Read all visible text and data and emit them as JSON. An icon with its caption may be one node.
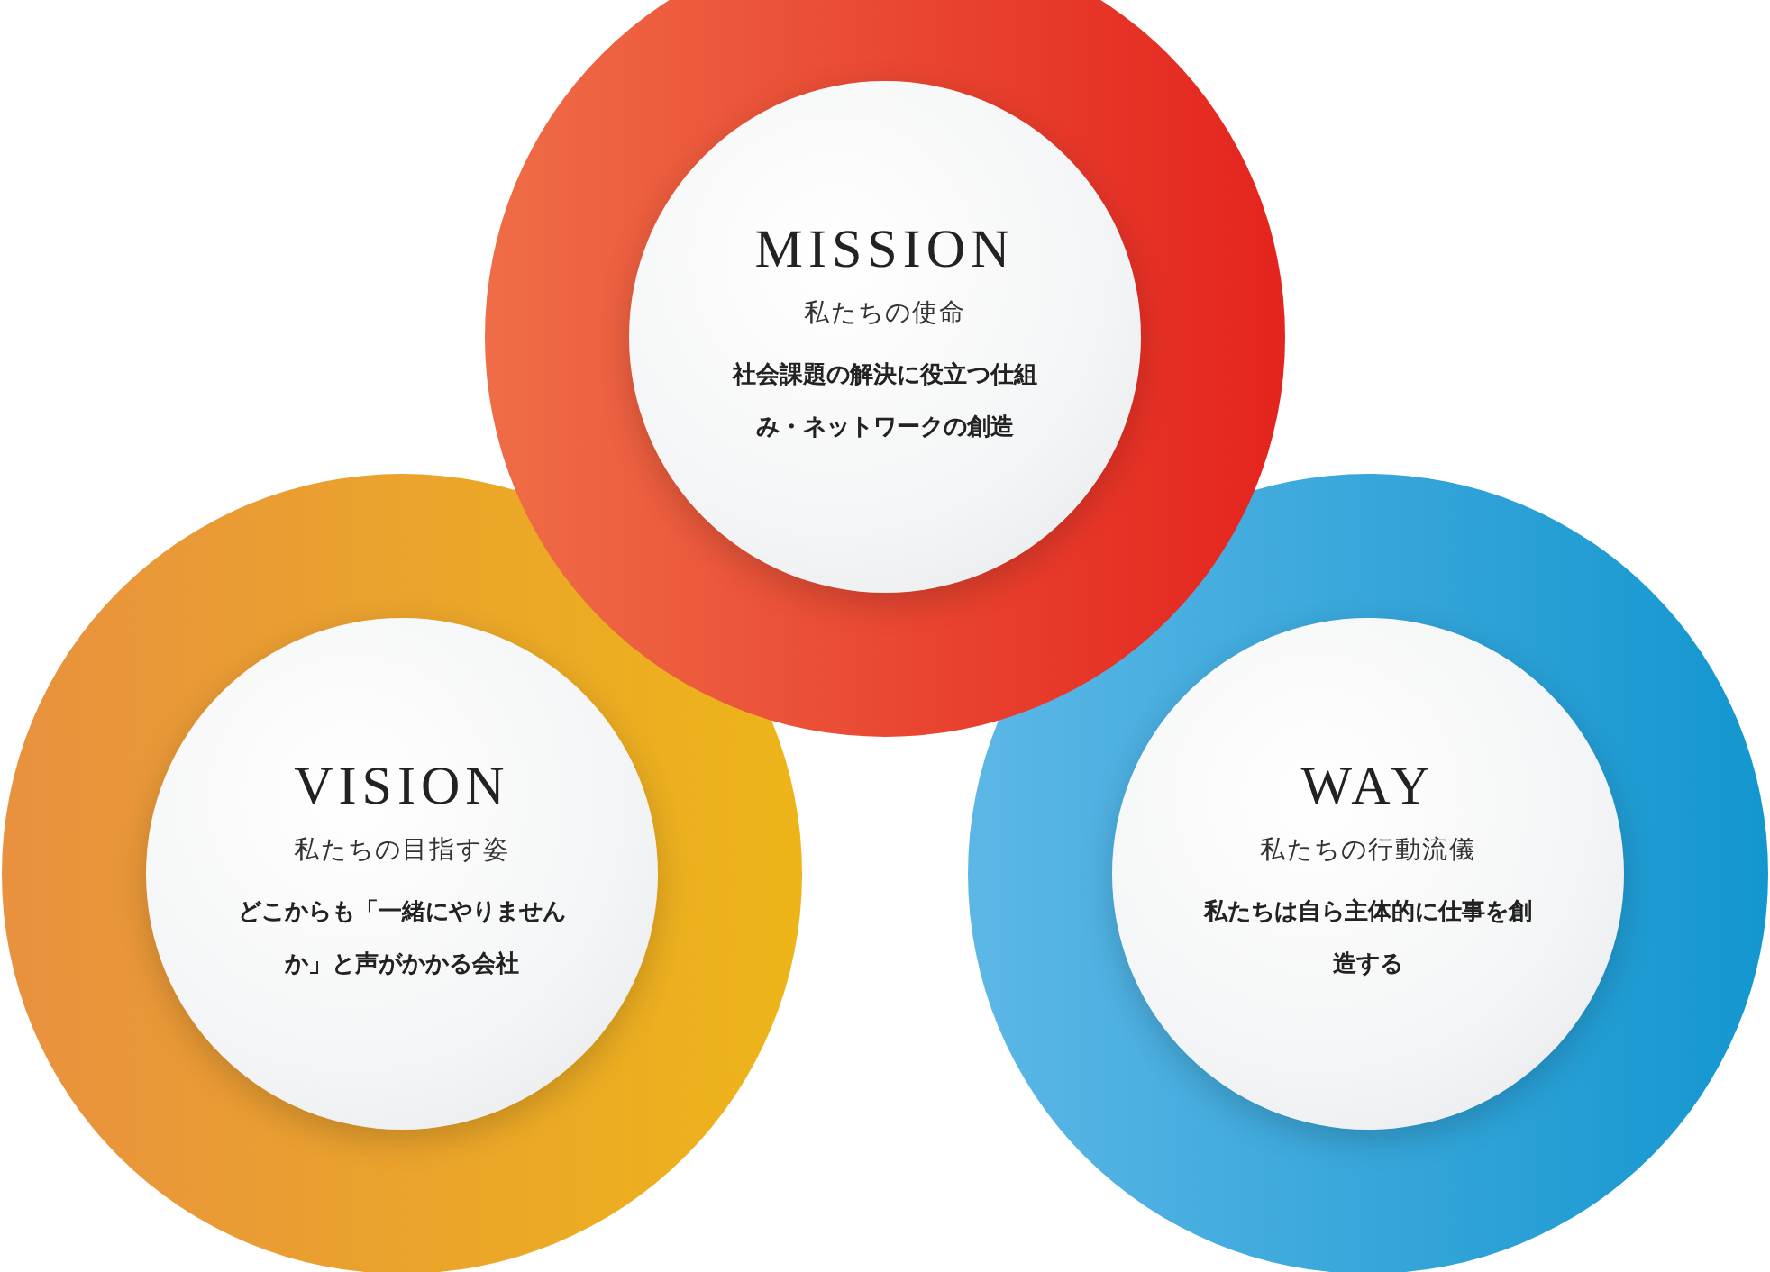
{
  "diagram": {
    "nodes": [
      {
        "text": [
          "MISSION",
          "私たちの使命",
          "社会課題の解決に役立つ仕組み・ネットワークの創造"
        ]
      },
      {
        "text": [
          "VISION",
          "私たちの目指す姿",
          "どこからも「一緒にやりませんか」と声がかかる会社"
        ]
      },
      {
        "text": [
          "WAY",
          "私たちの行動流儀",
          "私たちは自ら主体的に仕事を創造する"
        ]
      }
    ]
  }
}
